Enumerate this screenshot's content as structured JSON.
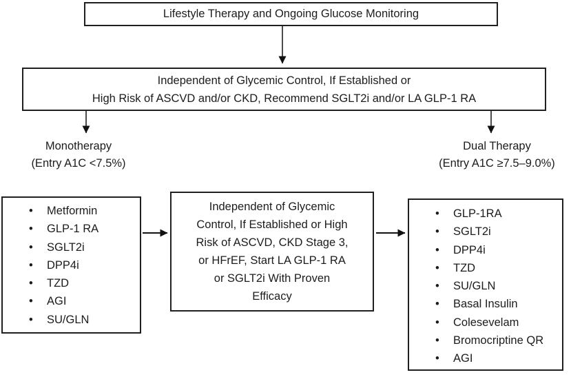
{
  "icons": {
    "bullet": "•"
  },
  "flowchart": {
    "lifestyle_box": {
      "text": "Lifestyle Therapy and Ongoing Glucose Monitoring"
    },
    "independent_box": {
      "lines": [
        "Independent of Glycemic Control, If Established or",
        "High Risk of ASCVD and/or CKD, Recommend SGLT2i and/or LA GLP-1 RA"
      ]
    },
    "monotherapy_branch": {
      "title": "Monotherapy",
      "entry_criteria": "(Entry A1C <7.5%)"
    },
    "dual_therapy_branch": {
      "title": "Dual Therapy",
      "entry_criteria": "(Entry A1C ≥7.5–9.0%)"
    },
    "monotherapy_options": {
      "items": [
        "Metformin",
        "GLP-1 RA",
        "SGLT2i",
        "DPP4i",
        "TZD",
        "AGI",
        "SU/GLN"
      ]
    },
    "middle_box": {
      "lines": [
        "Independent of Glycemic",
        "Control, If Established or High",
        "Risk of ASCVD, CKD Stage 3,",
        "or HFrEF, Start LA GLP-1 RA",
        "or SGLT2i With Proven",
        "Efficacy"
      ]
    },
    "dual_therapy_options": {
      "items": [
        "GLP-1RA",
        "SGLT2i",
        "DPP4i",
        "TZD",
        "SU/GLN",
        "Basal Insulin",
        "Colesevelam",
        "Bromocriptine QR",
        "AGI"
      ]
    },
    "colors": {
      "border": "#1f1f1f",
      "text": "#1c1c1c",
      "background": "#ffffff",
      "arrow": "#111111"
    }
  }
}
